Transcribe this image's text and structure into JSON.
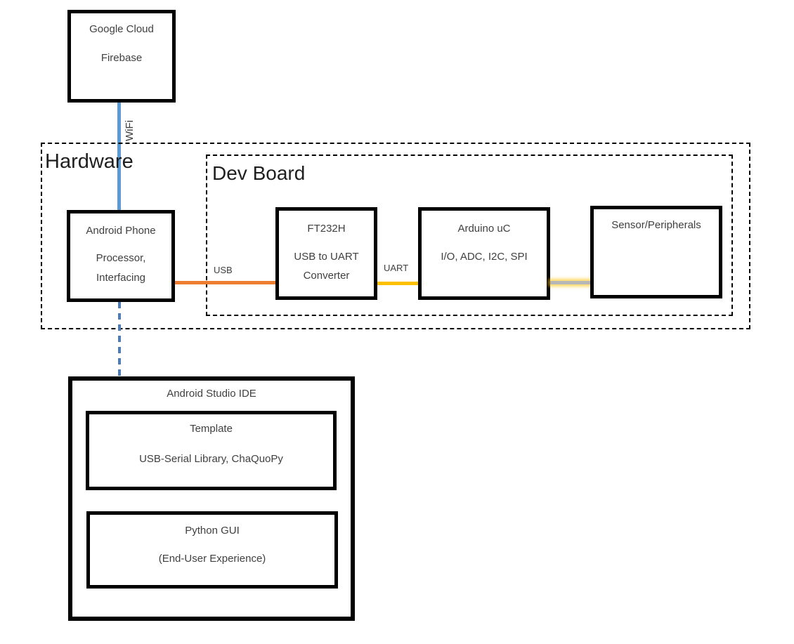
{
  "diagram": {
    "boxes": {
      "cloud": {
        "lines": [
          "Google Cloud",
          "Firebase"
        ]
      },
      "phone": {
        "lines": [
          "Android Phone",
          "Processor,",
          "Interfacing"
        ]
      },
      "ft232h": {
        "lines": [
          "FT232H",
          "USB to UART",
          "Converter"
        ]
      },
      "arduino": {
        "lines": [
          "Arduino uC",
          "I/O, ADC, I2C, SPI"
        ]
      },
      "sensor": {
        "lines": [
          "Sensor/Peripherals"
        ]
      },
      "studio": {
        "title": "Android Studio IDE"
      },
      "template": {
        "lines": [
          "Template",
          "USB-Serial Library, ChaQuoPy"
        ]
      },
      "python": {
        "lines": [
          "Python GUI",
          "(End-User Experience)"
        ]
      }
    },
    "groups": {
      "hardware": {
        "label": "Hardware"
      },
      "devboard": {
        "label": "Dev Board"
      }
    },
    "connections": {
      "wifi": {
        "label": "WiFi",
        "color": "#5B9BD5",
        "style": "solid"
      },
      "usb": {
        "label": "USB",
        "color": "#ED7D31",
        "style": "solid"
      },
      "uart": {
        "label": "UART",
        "color": "#FFC000",
        "style": "solid"
      },
      "sensor_link": {
        "label": "",
        "color": "#B7B7B7",
        "glow_color": "#FFC000",
        "style": "solid-glow"
      },
      "ide_link": {
        "label": "",
        "color": "#4E7DB5",
        "style": "dashed"
      }
    }
  }
}
